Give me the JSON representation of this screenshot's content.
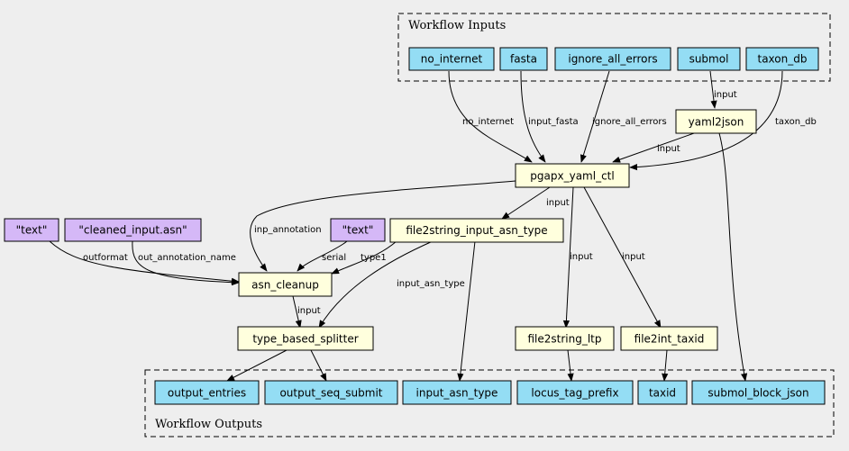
{
  "clusters": {
    "inputs": {
      "title": "Workflow Inputs"
    },
    "outputs": {
      "title": "Workflow Outputs"
    }
  },
  "colors": {
    "input_output": "#94ddf4",
    "step": "#ffffdd",
    "constant": "#d5b8f7",
    "background": "#eeeeee"
  },
  "nodes": {
    "no_internet": "no_internet",
    "fasta": "fasta",
    "ignore_all_errors": "ignore_all_errors",
    "submol": "submol",
    "taxon_db": "taxon_db",
    "yaml2json": "yaml2json",
    "pgapx_yaml_ctl": "pgapx_yaml_ctl",
    "text_const_1": "\"text\"",
    "cleaned_input_asn": "\"cleaned_input.asn\"",
    "text_const_2": "\"text\"",
    "file2string_input_asn_type": "file2string_input_asn_type",
    "asn_cleanup": "asn_cleanup",
    "type_based_splitter": "type_based_splitter",
    "file2string_ltp": "file2string_ltp",
    "file2int_taxid": "file2int_taxid",
    "output_entries": "output_entries",
    "output_seq_submit": "output_seq_submit",
    "input_asn_type": "input_asn_type",
    "locus_tag_prefix": "locus_tag_prefix",
    "taxid": "taxid",
    "submol_block_json": "submol_block_json"
  },
  "edge_labels": {
    "no_internet": "no_internet",
    "input_fasta": "input_fasta",
    "ignore_all_errors": "ignore_all_errors",
    "submol_input": "input",
    "taxon_db": "taxon_db",
    "yaml2json_input": "input",
    "ctl_to_f2s_input": "input",
    "inp_annotation": "inp_annotation",
    "outformat": "outformat",
    "out_annotation_name": "out_annotation_name",
    "serial": "serial",
    "type1": "type1",
    "cleanup_input": "input",
    "input_asn_type": "input_asn_type",
    "ltp_input": "input",
    "taxid_input": "input"
  }
}
